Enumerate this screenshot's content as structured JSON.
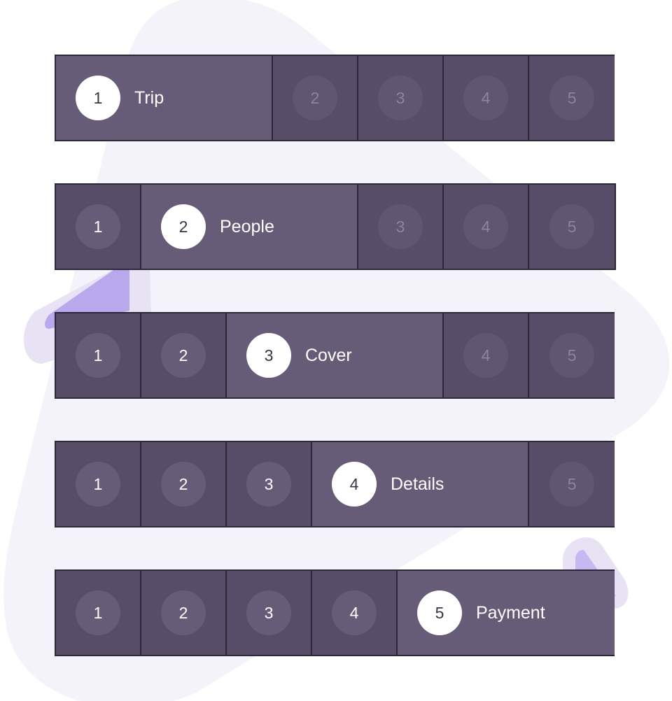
{
  "steppers": [
    {
      "active": 1,
      "steps": [
        {
          "number": "1",
          "label": "Trip"
        },
        {
          "number": "2"
        },
        {
          "number": "3"
        },
        {
          "number": "4"
        },
        {
          "number": "5"
        }
      ]
    },
    {
      "active": 2,
      "steps": [
        {
          "number": "1"
        },
        {
          "number": "2",
          "label": "People"
        },
        {
          "number": "3"
        },
        {
          "number": "4"
        },
        {
          "number": "5"
        }
      ]
    },
    {
      "active": 3,
      "steps": [
        {
          "number": "1"
        },
        {
          "number": "2"
        },
        {
          "number": "3",
          "label": "Cover"
        },
        {
          "number": "4"
        },
        {
          "number": "5"
        }
      ]
    },
    {
      "active": 4,
      "steps": [
        {
          "number": "1"
        },
        {
          "number": "2"
        },
        {
          "number": "3"
        },
        {
          "number": "4",
          "label": "Details"
        },
        {
          "number": "5"
        }
      ]
    },
    {
      "active": 5,
      "steps": [
        {
          "number": "1"
        },
        {
          "number": "2"
        },
        {
          "number": "3"
        },
        {
          "number": "4"
        },
        {
          "number": "5",
          "label": "Payment"
        }
      ]
    }
  ],
  "colors": {
    "step_bg": "#574d68",
    "active_bg": "#675c78",
    "border": "#2c2739",
    "current_circle": "#ffffff",
    "background_shape": "#f4f3fa",
    "accent_triangle": "#b8a6ea"
  }
}
